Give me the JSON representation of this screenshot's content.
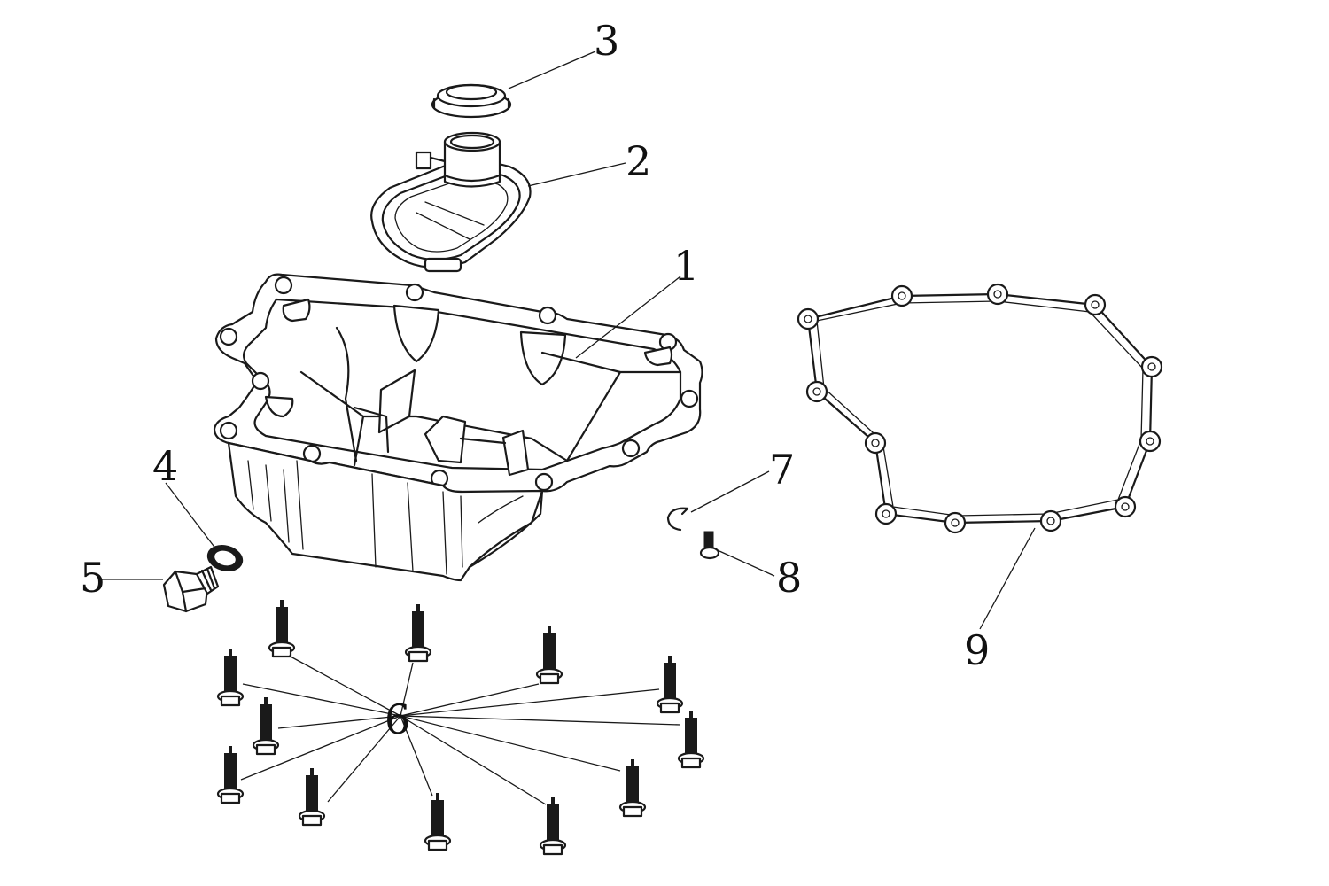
{
  "diagram": {
    "callouts": [
      {
        "id": "1",
        "label": "1"
      },
      {
        "id": "2",
        "label": "2"
      },
      {
        "id": "3",
        "label": "3"
      },
      {
        "id": "4",
        "label": "4"
      },
      {
        "id": "5",
        "label": "5"
      },
      {
        "id": "6",
        "label": "6"
      },
      {
        "id": "7",
        "label": "7"
      },
      {
        "id": "8",
        "label": "8"
      },
      {
        "id": "9",
        "label": "9"
      }
    ],
    "line_color": "#1a1a1a",
    "background": "#ffffff"
  }
}
